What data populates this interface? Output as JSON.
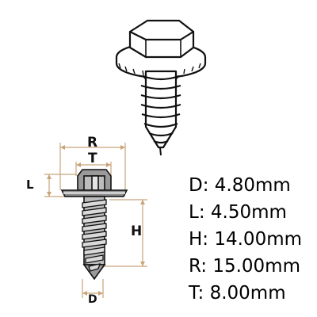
{
  "dimension_labels": {
    "r": "R",
    "t": "T",
    "l": "L",
    "h": "H",
    "d": "D"
  },
  "specs": [
    {
      "key": "D",
      "text": "D: 4.80mm"
    },
    {
      "key": "L",
      "text": "L: 4.50mm"
    },
    {
      "key": "H",
      "text": "H: 14.00mm"
    },
    {
      "key": "R",
      "text": "R: 15.00mm"
    },
    {
      "key": "T",
      "text": "T: 8.00mm"
    }
  ],
  "colors": {
    "outline": "#111111",
    "metal_light": "#e6e6e6",
    "metal_mid": "#bdbdbd",
    "metal_dark": "#8a8a8a",
    "dimension_line": "#c9a47a"
  }
}
